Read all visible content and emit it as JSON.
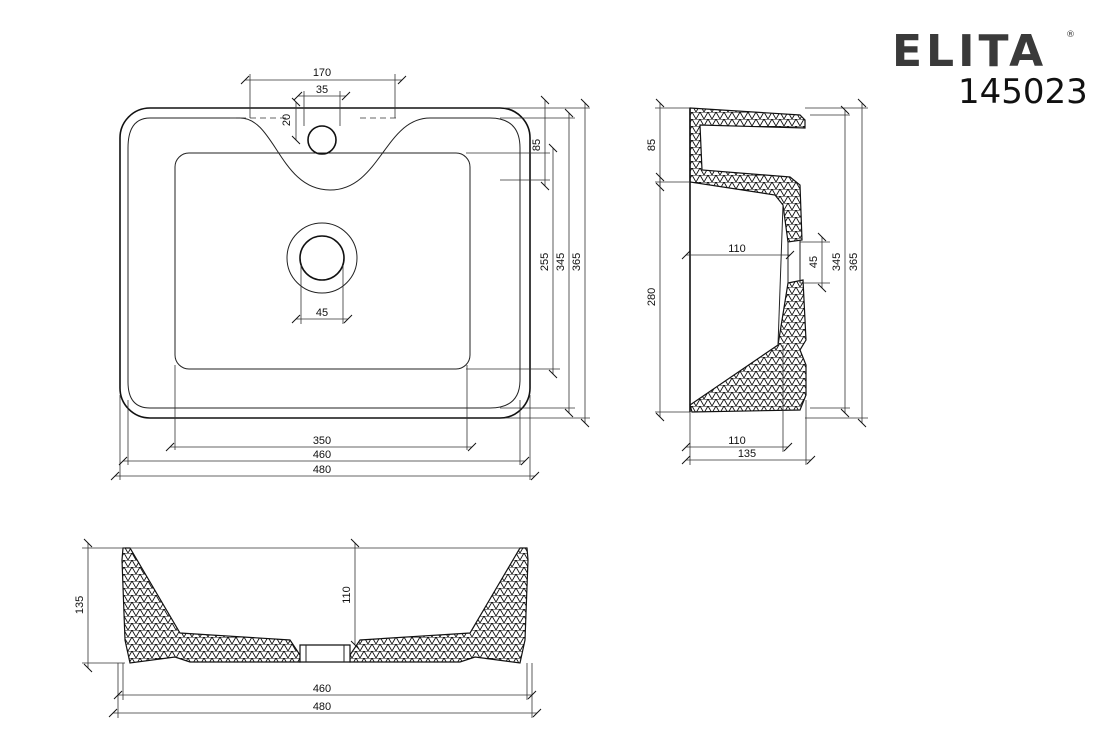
{
  "brand": {
    "name": "ELITA",
    "registered": "®",
    "model": "145023"
  },
  "top_view": {
    "dims": {
      "tap_span": "170",
      "tap_hole": "35",
      "tap_offset": "20",
      "drain": "45",
      "bowl_width": "350",
      "inner_width": "460",
      "outer_width": "480",
      "top_depth": "85",
      "bowl_depth": "255",
      "inner_depth": "345",
      "outer_depth": "365"
    }
  },
  "side_view": {
    "dims": {
      "rim": "85",
      "body": "280",
      "drain_depth": "110",
      "drain_height": "45",
      "inner_depth": "345",
      "outer_depth": "365",
      "base_110": "110",
      "base_135": "135"
    }
  },
  "front_view": {
    "dims": {
      "height": "135",
      "depth": "110",
      "inner_width": "460",
      "outer_width": "480"
    }
  }
}
